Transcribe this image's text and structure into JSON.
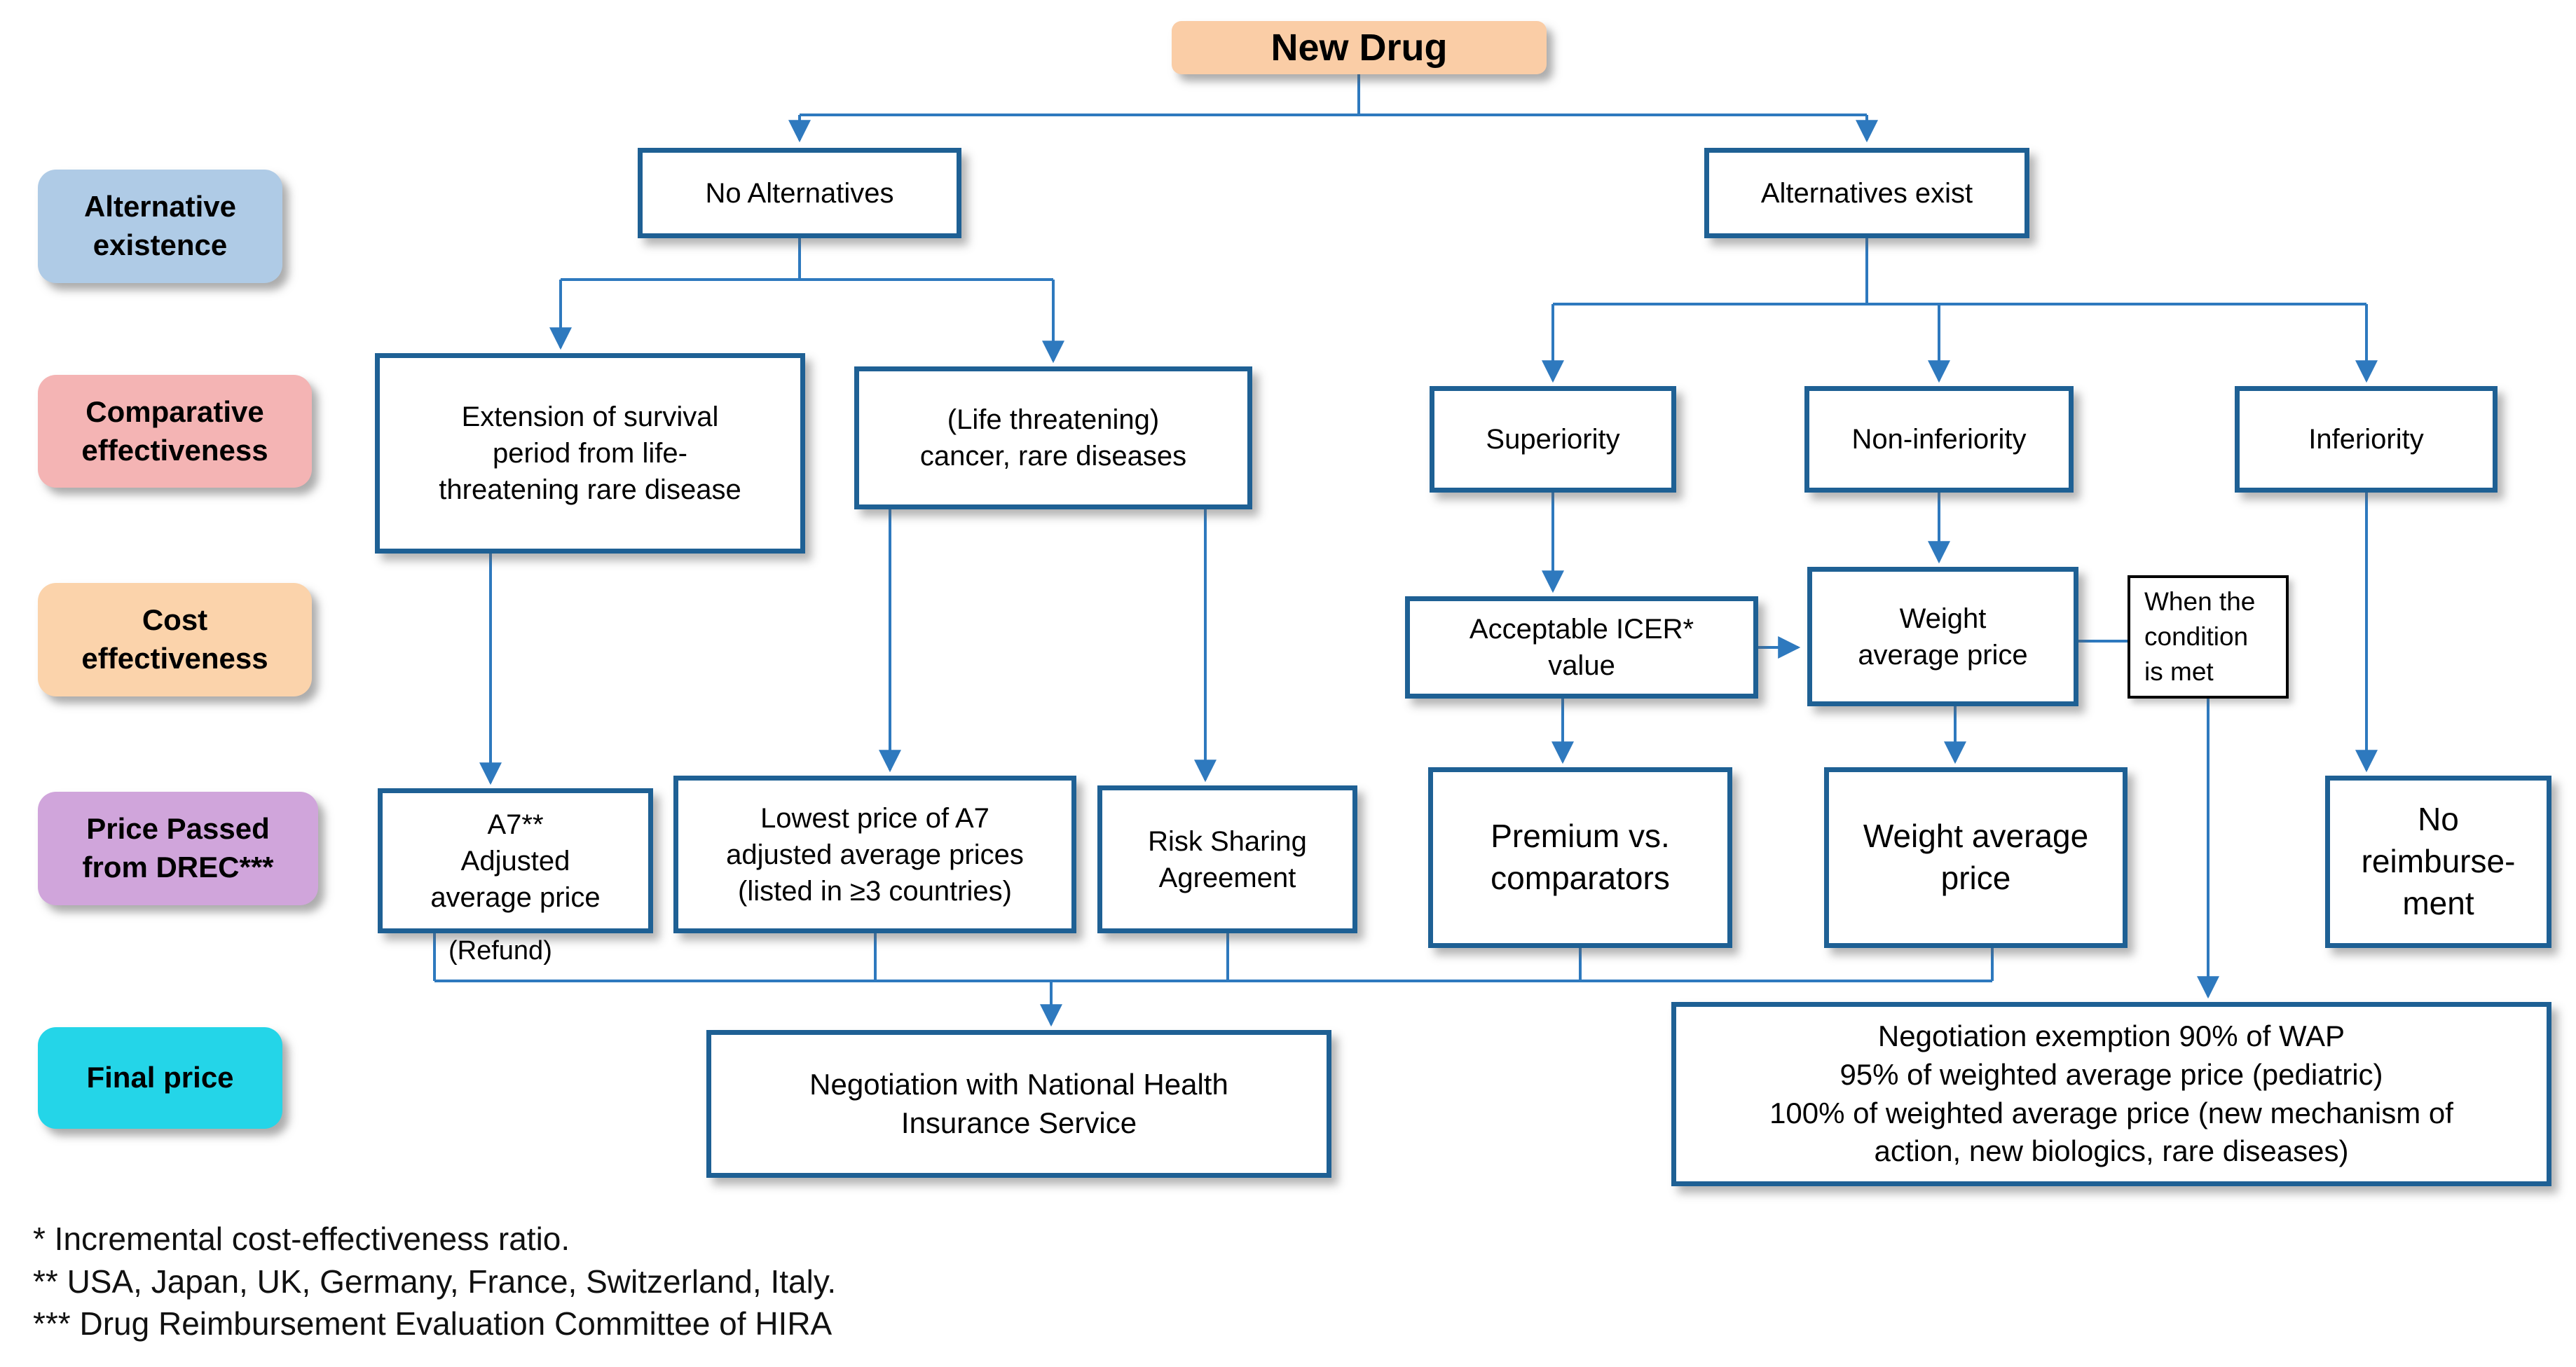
{
  "diagram": {
    "title": "New Drug"
  },
  "row_labels": {
    "alternative_existence": {
      "label": "Alternative\nexistence",
      "fill": "#AFCBE6"
    },
    "comparative_effectiveness": {
      "label": "Comparative\neffectiveness",
      "fill": "#F4B4B4"
    },
    "cost_effectiveness": {
      "label": "Cost\neffectiveness",
      "fill": "#FBD3AB"
    },
    "price_passed": {
      "label": "Price Passed\nfrom DREC***",
      "fill": "#D0A5DB"
    },
    "final_price": {
      "label": "Final price",
      "fill": "#24D5E8"
    }
  },
  "nodes": {
    "new_drug": {
      "label": "New Drug",
      "fill": "#FACDA6"
    },
    "no_alternatives": {
      "label": "No Alternatives"
    },
    "alternatives_exist": {
      "label": "Alternatives exist"
    },
    "extension_survival": {
      "label": "Extension of survival\nperiod from life-\nthreatening rare disease"
    },
    "life_threatening": {
      "label": "(Life threatening)\ncancer, rare diseases"
    },
    "superiority": {
      "label": "Superiority"
    },
    "non_inferiority": {
      "label": "Non-inferiority"
    },
    "inferiority": {
      "label": "Inferiority"
    },
    "acceptable_icer": {
      "label": "Acceptable ICER*\nvalue"
    },
    "weight_average_price_cost": {
      "label": "Weight\naverage price"
    },
    "when_condition": {
      "label": "When the\ncondition\nis met"
    },
    "a7_adjusted": {
      "label": "A7**\nAdjusted\naverage price"
    },
    "lowest_price_a7": {
      "label": "Lowest price of A7\nadjusted average prices\n(listed in ≥3 countries)"
    },
    "risk_sharing": {
      "label": "Risk Sharing\nAgreement"
    },
    "premium_comparators": {
      "label": "Premium vs.\ncomparators"
    },
    "weight_average_price_final": {
      "label": "Weight average\nprice"
    },
    "no_reimbursement": {
      "label": "No\nreimburse-\nment"
    },
    "refund_note": {
      "label": "(Refund)"
    },
    "negotiation_nhis": {
      "label": "Negotiation with National Health\nInsurance Service"
    },
    "negotiation_exemption": {
      "label": "Negotiation exemption 90% of WAP\n95% of weighted average price (pediatric)\n100% of weighted average price (new mechanism of\naction, new biologics, rare diseases)"
    }
  },
  "footnotes": [
    "* Incremental cost-effectiveness ratio.",
    "** USA, Japan, UK, Germany, France, Switzerland, Italy.",
    "*** Drug Reimbursement Evaluation Committee of HIRA"
  ],
  "colors": {
    "box_border": "#1E6094",
    "connector": "#2E79BE",
    "note_border": "#000000"
  }
}
